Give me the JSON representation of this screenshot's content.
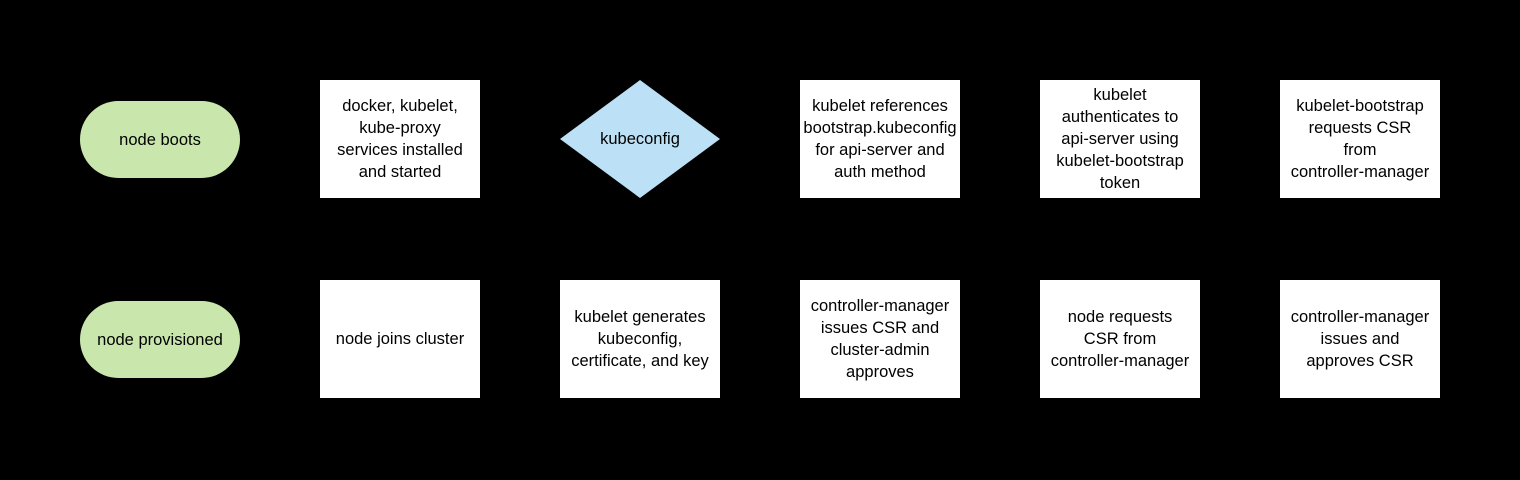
{
  "colors": {
    "background": "#000000",
    "terminal_fill": "#c9e7ad",
    "decision_fill": "#bce0f5",
    "process_fill": "#ffffff",
    "text": "#000000"
  },
  "diagram": {
    "type": "flowchart",
    "rows": [
      {
        "nodes": [
          {
            "shape": "terminal",
            "lines": [
              "node boots"
            ]
          },
          {
            "shape": "process",
            "lines": [
              "docker, kubelet,",
              "kube-proxy",
              "services installed",
              "and started"
            ]
          },
          {
            "shape": "decision",
            "lines": [
              "kubeconfig"
            ]
          },
          {
            "shape": "process",
            "lines": [
              "kubelet references",
              "bootstrap.kubeconfig",
              "for api-server and",
              "auth method"
            ]
          },
          {
            "shape": "process",
            "lines": [
              "kubelet",
              "authenticates to",
              "api-server using",
              "kubelet-bootstrap",
              "token"
            ]
          },
          {
            "shape": "process",
            "lines": [
              "kubelet-bootstrap",
              "requests CSR",
              "from",
              "controller-manager"
            ]
          }
        ]
      },
      {
        "nodes": [
          {
            "shape": "terminal",
            "lines": [
              "node provisioned"
            ]
          },
          {
            "shape": "process",
            "lines": [
              "node joins cluster"
            ]
          },
          {
            "shape": "process",
            "lines": [
              "kubelet generates",
              "kubeconfig,",
              "certificate, and key"
            ]
          },
          {
            "shape": "process",
            "lines": [
              "controller-manager",
              "issues CSR and",
              "cluster-admin",
              "approves"
            ]
          },
          {
            "shape": "process",
            "lines": [
              "node requests",
              "CSR from",
              "controller-manager"
            ]
          },
          {
            "shape": "process",
            "lines": [
              "controller-manager",
              "issues and",
              "approves CSR"
            ]
          }
        ]
      }
    ]
  }
}
